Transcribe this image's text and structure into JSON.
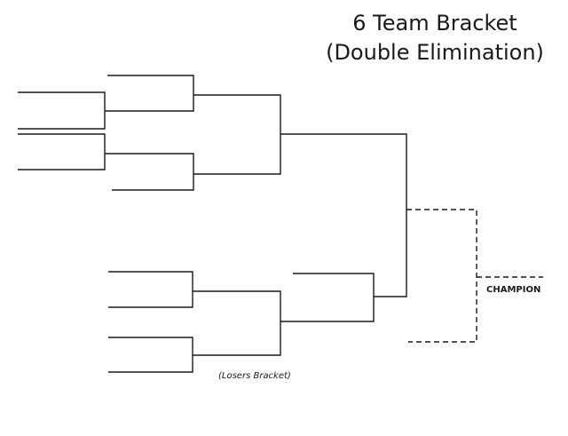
{
  "title": {
    "line1": "6 Team Bracket",
    "line2": "(Double Elimination)"
  },
  "labels": {
    "champion": "CHAMPION",
    "losers_bracket": "(Losers Bracket)"
  },
  "colors": {
    "lines": "#1a1a1a",
    "background": "#ffffff"
  }
}
